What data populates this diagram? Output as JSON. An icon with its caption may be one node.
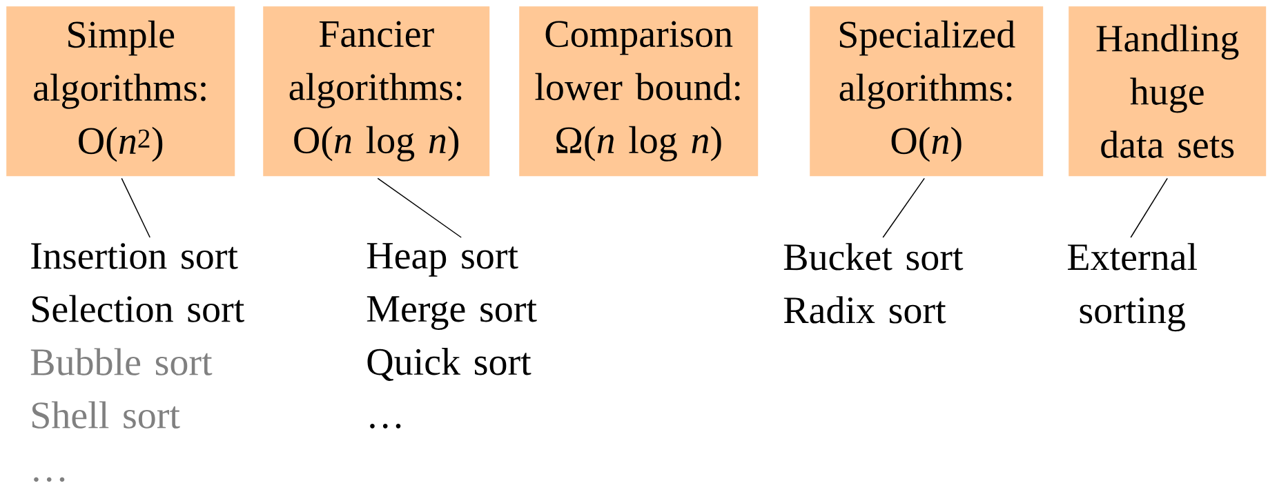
{
  "diagram": {
    "nodes": [
      {
        "text": [
          "Simple algorithms: O(*n*$^{2}$)"
        ]
      },
      {
        "text": [
          "Fancier algorithms: O(*n* log *n*)"
        ]
      },
      {
        "text": [
          "Comparison lower bound: Ω(*n* log *n*)"
        ]
      },
      {
        "text": [
          "Specialized algorithms: O(*n*)"
        ]
      },
      {
        "text": [
          "Handling huge data sets"
        ]
      },
      {
        "text": [
          "Insertion sort",
          "Selection sort",
          "Bubble sort",
          "Shell sort",
          "…"
        ]
      },
      {
        "text": [
          "Heap sort",
          "Merge sort",
          "Quick sort",
          "…"
        ]
      },
      {
        "text": [
          "Bucket sort",
          "Radix sort"
        ]
      },
      {
        "text": [
          "External sorting"
        ]
      }
    ],
    "edges": [
      {
        "from": 0,
        "to": 5,
        "arrow": "none"
      },
      {
        "from": 1,
        "to": 6,
        "arrow": "none"
      },
      {
        "from": 3,
        "to": 7,
        "arrow": "none"
      },
      {
        "from": 4,
        "to": 8,
        "arrow": "none"
      }
    ]
  }
}
